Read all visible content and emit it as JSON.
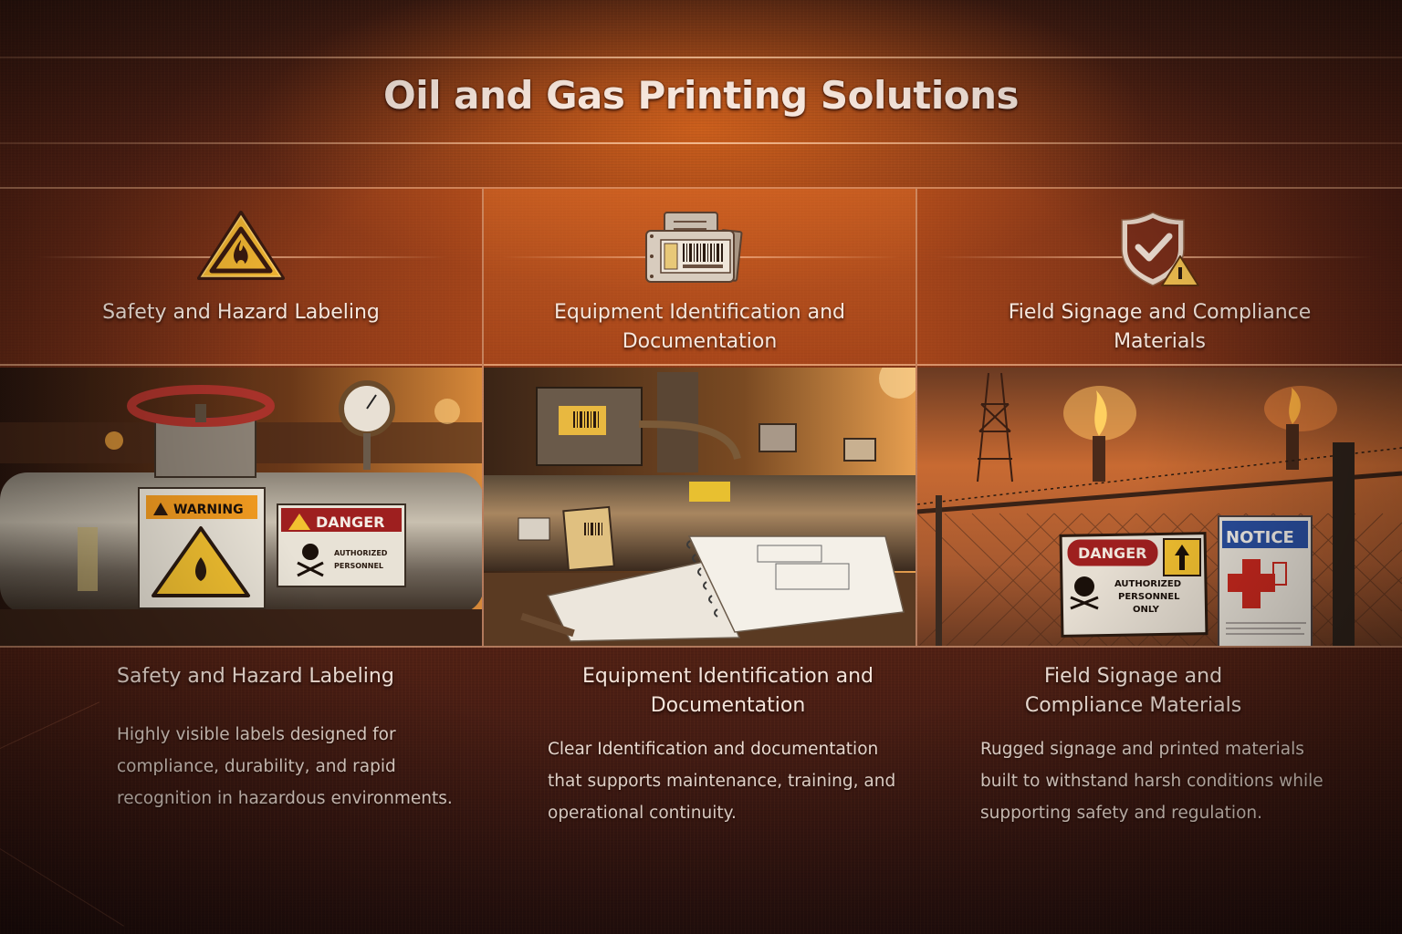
{
  "page": {
    "title": "Oil and Gas Printing Solutions"
  },
  "theme": {
    "accent": "#d9641e",
    "background_dark": "#3a1a12",
    "text_light": "#f6e8de",
    "hazard_yellow": "#f2b632",
    "danger_red": "#9e1f1f",
    "notice_blue": "#2a4fa0"
  },
  "columns": [
    {
      "icon": "flammable-warning-icon",
      "header_title": "Safety and Hazard Labeling",
      "image_alt": "Industrial pipeline with hazard labels",
      "image_labels": {
        "warning": "WARNING",
        "danger": "DANGER",
        "danger_subtext_1": "AUTHORIZED",
        "danger_subtext_2": "PERSONNEL"
      },
      "title": "Safety and Hazard Labeling",
      "description": "Highly visible labels designed for compliance, durability, and rapid recognition in hazardous environments."
    },
    {
      "icon": "barcode-tag-icon",
      "header_title": "Equipment Identification and Documentation",
      "image_alt": "Tagged equipment with barcode labels and spiral-bound documentation",
      "title": "Equipment Identification and Documentation",
      "description": "Clear Identification and documentation that supports maintenance, training, and operational continuity."
    },
    {
      "icon": "shield-check-icon",
      "header_title": "Field Signage and Compliance Materials",
      "image_alt": "Oil field fence with safety signs",
      "image_labels": {
        "danger": "DANGER",
        "danger_text": "AUTHORIZED PERSONNEL ONLY",
        "notice": "NOTICE"
      },
      "title": "Field Signage and Compliance Materials",
      "description": "Rugged signage and printed materials built to withstand harsh conditions while supporting safety and regulation."
    }
  ]
}
